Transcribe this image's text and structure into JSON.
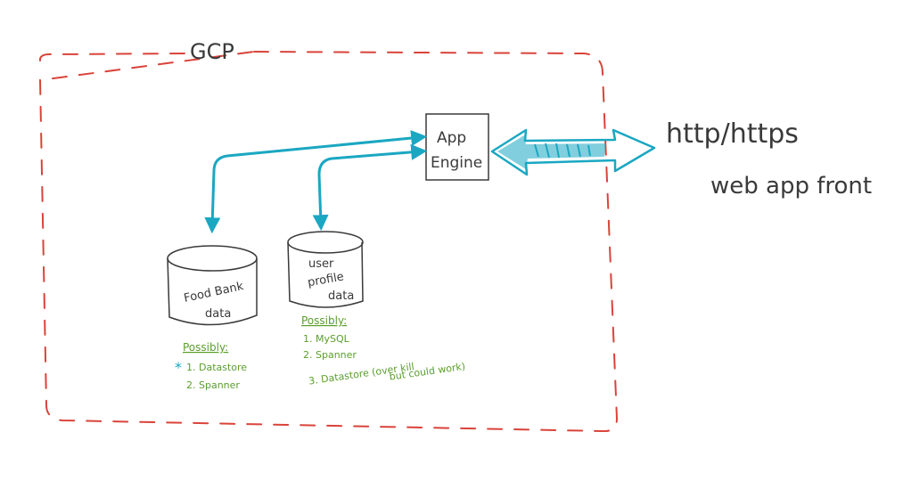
{
  "boundary": {
    "label": "GCP",
    "color": "#d9433a"
  },
  "app_engine": {
    "line1": "App",
    "line2": "Engine"
  },
  "external": {
    "protocol": "http/https",
    "client": "web app front"
  },
  "stores": {
    "food_bank": {
      "line1": "Food Bank",
      "line2": "data",
      "notes_title": "Possibly:",
      "star": "*",
      "notes": [
        "1. Datastore",
        "2. Spanner"
      ]
    },
    "user_profile": {
      "line1": "user",
      "line2": "profile",
      "line3": "data",
      "notes_title": "Possibly:",
      "notes": [
        "1. MySQL",
        "2. Spanner",
        "3. Datastore (over kill"
      ],
      "notes_cont": "but could work)"
    }
  },
  "colors": {
    "arrow": "#1aa7c2",
    "ink": "#3a3a3a",
    "notes": "#5a9e2c",
    "star": "#1aa7c2"
  }
}
